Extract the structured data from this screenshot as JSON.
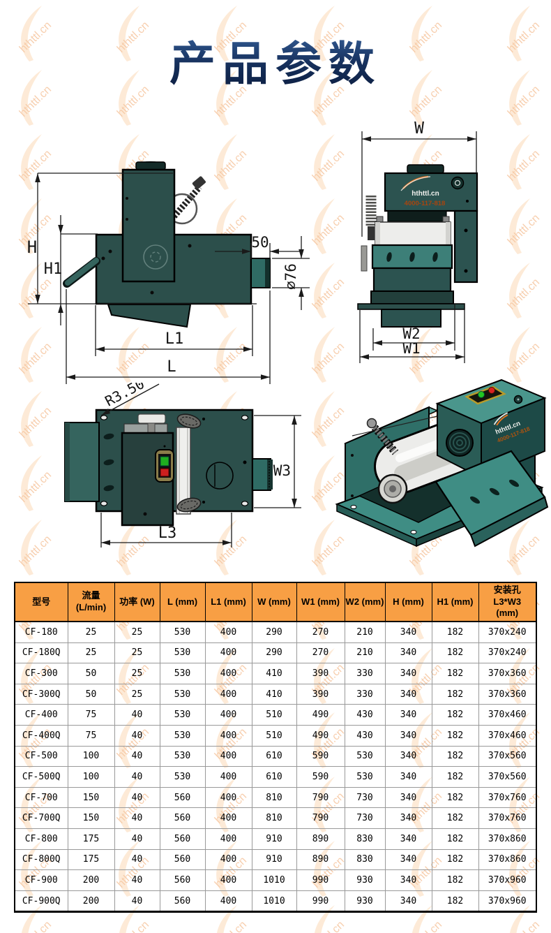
{
  "page": {
    "title": "产品参数"
  },
  "watermark": {
    "text": "hthttl.cn"
  },
  "brand": {
    "site": "hthttl.cn",
    "phone": "4000-117-818"
  },
  "diagrams": {
    "side": {
      "h": "H",
      "h1": "H1",
      "l1": "L1",
      "l": "L",
      "pipe_len": "50",
      "pipe_dia": "∅76"
    },
    "front": {
      "w": "W",
      "w1": "W1",
      "w2": "W2"
    },
    "top": {
      "radius": "R3.50",
      "w3": "W3",
      "l3": "L3"
    }
  },
  "table": {
    "headers": [
      {
        "lines": [
          "型号"
        ]
      },
      {
        "lines": [
          "流量",
          "(L/min)"
        ]
      },
      {
        "lines": [
          "功率 (W)"
        ]
      },
      {
        "lines": [
          "L (mm)"
        ]
      },
      {
        "lines": [
          "L1 (mm)"
        ]
      },
      {
        "lines": [
          "W (mm)"
        ]
      },
      {
        "lines": [
          "W1 (mm)"
        ]
      },
      {
        "lines": [
          "W2 (mm)"
        ]
      },
      {
        "lines": [
          "H (mm)"
        ]
      },
      {
        "lines": [
          "H1 (mm)"
        ]
      },
      {
        "lines": [
          "安装孔",
          "L3*W3",
          "(mm)"
        ]
      }
    ],
    "rows": [
      [
        "CF-180",
        "25",
        "25",
        "530",
        "400",
        "290",
        "270",
        "210",
        "340",
        "182",
        "370x240"
      ],
      [
        "CF-180Q",
        "25",
        "25",
        "530",
        "400",
        "290",
        "270",
        "210",
        "340",
        "182",
        "370x240"
      ],
      [
        "CF-300",
        "50",
        "25",
        "530",
        "400",
        "410",
        "390",
        "330",
        "340",
        "182",
        "370x360"
      ],
      [
        "CF-300Q",
        "50",
        "25",
        "530",
        "400",
        "410",
        "390",
        "330",
        "340",
        "182",
        "370x360"
      ],
      [
        "CF-400",
        "75",
        "40",
        "530",
        "400",
        "510",
        "490",
        "430",
        "340",
        "182",
        "370x460"
      ],
      [
        "CF-400Q",
        "75",
        "40",
        "530",
        "400",
        "510",
        "490",
        "430",
        "340",
        "182",
        "370x460"
      ],
      [
        "CF-500",
        "100",
        "40",
        "530",
        "400",
        "610",
        "590",
        "530",
        "340",
        "182",
        "370x560"
      ],
      [
        "CF-500Q",
        "100",
        "40",
        "530",
        "400",
        "610",
        "590",
        "530",
        "340",
        "182",
        "370x560"
      ],
      [
        "CF-700",
        "150",
        "40",
        "560",
        "400",
        "810",
        "790",
        "730",
        "340",
        "182",
        "370x760"
      ],
      [
        "CF-700Q",
        "150",
        "40",
        "560",
        "400",
        "810",
        "790",
        "730",
        "340",
        "182",
        "370x760"
      ],
      [
        "CF-800",
        "175",
        "40",
        "560",
        "400",
        "910",
        "890",
        "830",
        "340",
        "182",
        "370x860"
      ],
      [
        "CF-800Q",
        "175",
        "40",
        "560",
        "400",
        "910",
        "890",
        "830",
        "340",
        "182",
        "370x860"
      ],
      [
        "CF-900",
        "200",
        "40",
        "560",
        "400",
        "1010",
        "990",
        "930",
        "340",
        "182",
        "370x960"
      ],
      [
        "CF-900Q",
        "200",
        "40",
        "560",
        "400",
        "1010",
        "990",
        "930",
        "340",
        "182",
        "370x960"
      ]
    ]
  }
}
